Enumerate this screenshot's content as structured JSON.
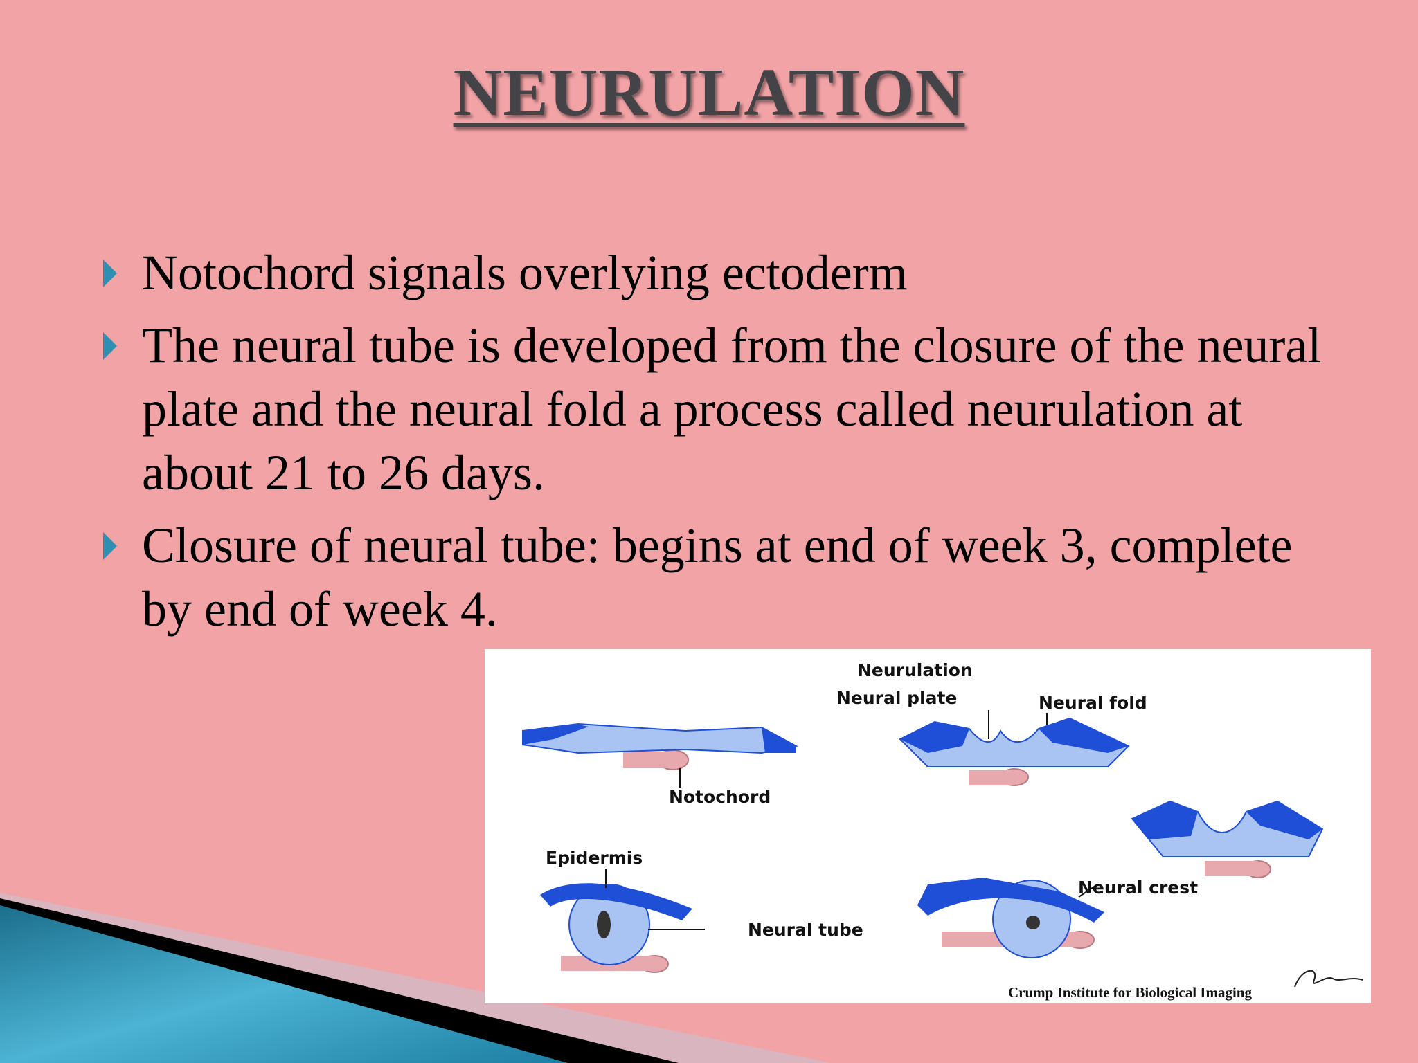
{
  "slide": {
    "title": "NEURULATION",
    "bullets": [
      "Notochord signals overlying ectoderm",
      "The neural tube is developed from the closure of the neural plate and the neural fold a process called neurulation at about 21 to 26 days.",
      "Closure of neural tube: begins at end of week 3, complete by end of week 4."
    ]
  },
  "figure": {
    "title": "Neurulation",
    "labels": {
      "neural_plate": "Neural plate",
      "neural_fold": "Neural fold",
      "notochord": "Notochord",
      "epidermis": "Epidermis",
      "neural_tube": "Neural tube",
      "neural_crest": "Neural crest"
    },
    "credit": "Crump Institute for Biological Imaging"
  },
  "colors": {
    "background": "#f2a3a6",
    "bullet_marker": "#2f8fb2",
    "tissue_dark_blue": "#1f4fd6",
    "tissue_light_blue": "#a9c3f2",
    "notochord_pink": "#e8a9ae"
  }
}
